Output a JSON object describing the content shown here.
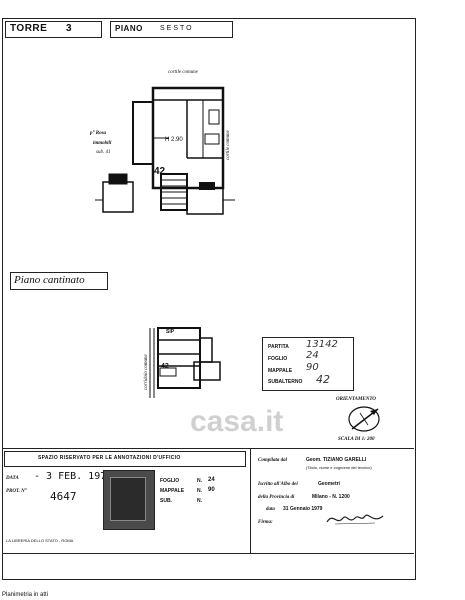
{
  "header": {
    "torre_label": "TORRE",
    "torre_value": "3",
    "piano_label": "PIANO",
    "piano_value": "SESTO"
  },
  "floorplan": {
    "cortile_top": "cortile comune",
    "cortile_right": "cortile comune",
    "prop_left_1": "p° Rosa",
    "prop_left_2": "immobili",
    "prop_left_3": "sub. 41",
    "room_label": "H 2.90",
    "unit_number": "42"
  },
  "cantinato": {
    "title": "Piano cantinato",
    "sip_label": "SIP",
    "unit_number": "42",
    "side_label": "corridoio comune"
  },
  "catasto_box": {
    "partita_label": "PARTITA",
    "partita_value": "13142",
    "foglio_label": "FOGLIO",
    "foglio_value": "24",
    "mappale_label": "MAPPALE",
    "mappale_value": "90",
    "subalterno_label": "SUBALTERNO",
    "subalterno_value": "42"
  },
  "orientamento": {
    "label": "ORIENTAMENTO",
    "scale": "SCALA DI 1: 200"
  },
  "watermark": "casa.it",
  "footer": {
    "spazio": "SPAZIO RISERVATO PER LE ANNOTAZIONI D'UFFICIO",
    "data_label": "DATA",
    "data_value": "- 3 FEB. 1979",
    "prot_label": "PROT. N°",
    "prot_value": "4647",
    "foglio_label": "FOGLIO",
    "foglio_n": "N.",
    "foglio_value": "24",
    "mappale_label": "MAPPALE",
    "mappale_n": "N.",
    "mappale_value": "90",
    "sub_label": "SUB.",
    "sub_n": "N.",
    "compilata_label": "Compilata dal",
    "compilata_value": "Geom. TIZIANO GARELLI",
    "compilata_sub": "(Titolo, nome e cognome del tecnico)",
    "iscritto_label": "Iscritto all'Albo dei",
    "iscritto_value": "Geometri",
    "provincia_label": "della Provincia di",
    "provincia_value": "Milano - N. 1200",
    "data2_label": "data",
    "data2_value": "31 Gennaio 1979",
    "firma_label": "Firma:",
    "printer": "LA LIBRERIA DELLO STATO - ROMA"
  },
  "bottom_caption": "Planimetria in atti"
}
